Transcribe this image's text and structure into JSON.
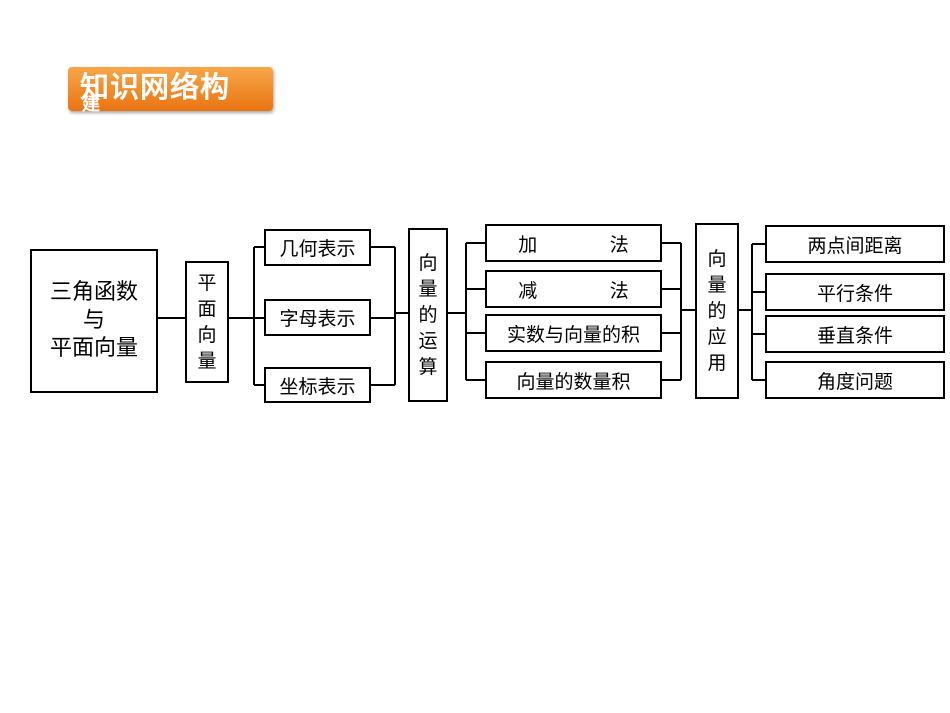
{
  "banner": {
    "title": "知识网络构",
    "overflow": "建"
  },
  "diagram": {
    "root": [
      "三角函数",
      "与",
      "平面向量"
    ],
    "level1": [
      "平",
      "面",
      "向",
      "量"
    ],
    "representations": [
      "几何表示",
      "字母表示",
      "坐标表示"
    ],
    "operations_title": [
      "向",
      "量",
      "的",
      "运",
      "算"
    ],
    "operations": [
      "加            法",
      "减            法",
      "实数与向量的积",
      "向量的数量积"
    ],
    "applications_title": [
      "向",
      "量",
      "的",
      "应",
      "用"
    ],
    "applications": [
      "两点间距离",
      "平行条件",
      "垂直条件",
      "角度问题"
    ]
  }
}
